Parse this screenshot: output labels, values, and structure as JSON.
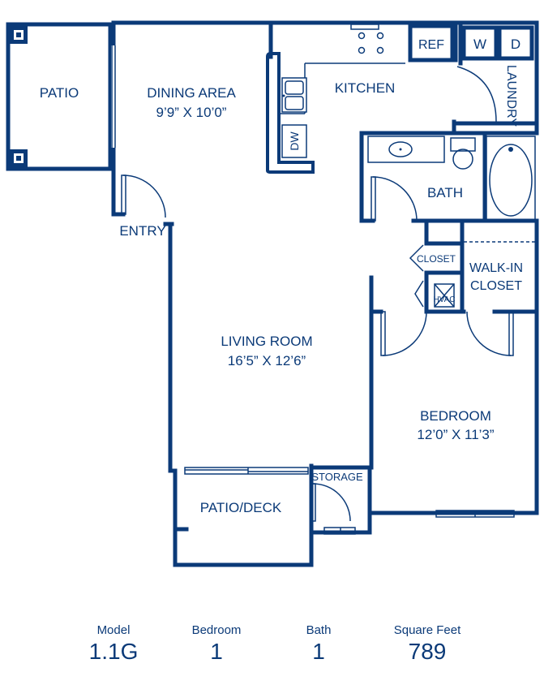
{
  "colors": {
    "line": "#0b3a78",
    "background": "#ffffff"
  },
  "rooms": {
    "patio": {
      "name": "PATIO"
    },
    "dining": {
      "name": "DINING AREA",
      "size": "9’9” X 10’0”"
    },
    "kitchen": {
      "name": "KITCHEN"
    },
    "laundry": {
      "name": "LAUNDRY"
    },
    "bath": {
      "name": "BATH"
    },
    "entry": {
      "name": "ENTRY"
    },
    "closet": {
      "name": "CLOSET"
    },
    "walkin": {
      "name": "WALK-IN",
      "name2": "CLOSET"
    },
    "hvac": {
      "name": "HVAC"
    },
    "living": {
      "name": "LIVING ROOM",
      "size": "16’5” X 12’6”"
    },
    "bedroom": {
      "name": "BEDROOM",
      "size": "12’0” X 11’3”"
    },
    "storage": {
      "name": "STORAGE"
    },
    "deck": {
      "name": "PATIO/DECK"
    }
  },
  "fixtures": {
    "ref": "REF",
    "washer": "W",
    "dryer": "D",
    "dishwasher": "DW"
  },
  "footer": {
    "model": {
      "label": "Model",
      "value": "1.1G"
    },
    "bedroom": {
      "label": "Bedroom",
      "value": "1"
    },
    "bath": {
      "label": "Bath",
      "value": "1"
    },
    "sqft": {
      "label": "Square Feet",
      "value": "789"
    }
  }
}
